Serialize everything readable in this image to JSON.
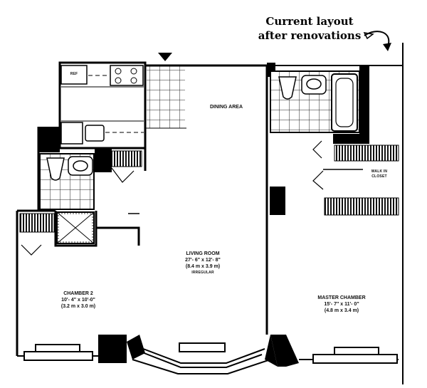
{
  "caption": {
    "line1": "Current layout",
    "line2": "after renovations"
  },
  "rooms": {
    "dining": {
      "name": "DINING AREA"
    },
    "living": {
      "name": "LIVING ROOM",
      "dims_ft": "27'- 6\" x 12'- 8\"",
      "dims_m": "(8.4 m x 3.9 m)",
      "note": "IRREGULAR"
    },
    "chamber2": {
      "name": "CHAMBER 2",
      "dims_ft": "10'- 4\" x 10'-0\"",
      "dims_m": "(3.2 m x 3.0 m)"
    },
    "master": {
      "name": "MASTER CHAMBER",
      "dims_ft": "15'- 7\" x 11'- 0\"",
      "dims_m": "(4.8 m x 3.4 m)"
    },
    "closet": {
      "line1": "WALK IN",
      "line2": "CLOSET"
    }
  },
  "kitchen": {
    "fridge_label": "REF"
  }
}
